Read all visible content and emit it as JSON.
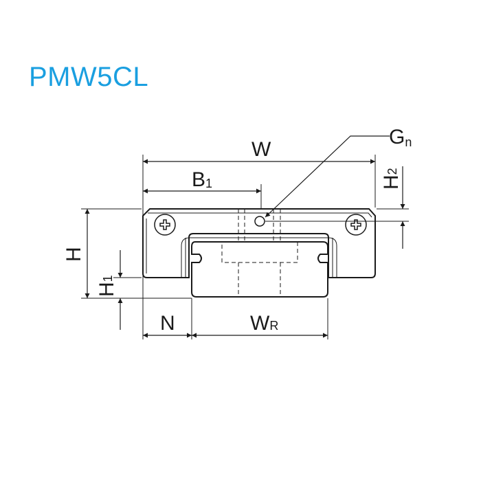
{
  "title": "PMW5CL",
  "labels": {
    "W": "W",
    "B1_main": "B",
    "B1_sub": "1",
    "Gn_main": "G",
    "Gn_sub": "n",
    "H2_main": "H",
    "H2_sub": "2",
    "H": "H",
    "H1_main": "H",
    "H1_sub": "1",
    "N": "N",
    "WR_main": "W",
    "WR_sub": "R"
  },
  "colors": {
    "title": "#1a9fe0",
    "lines": "#1a1a1a"
  }
}
